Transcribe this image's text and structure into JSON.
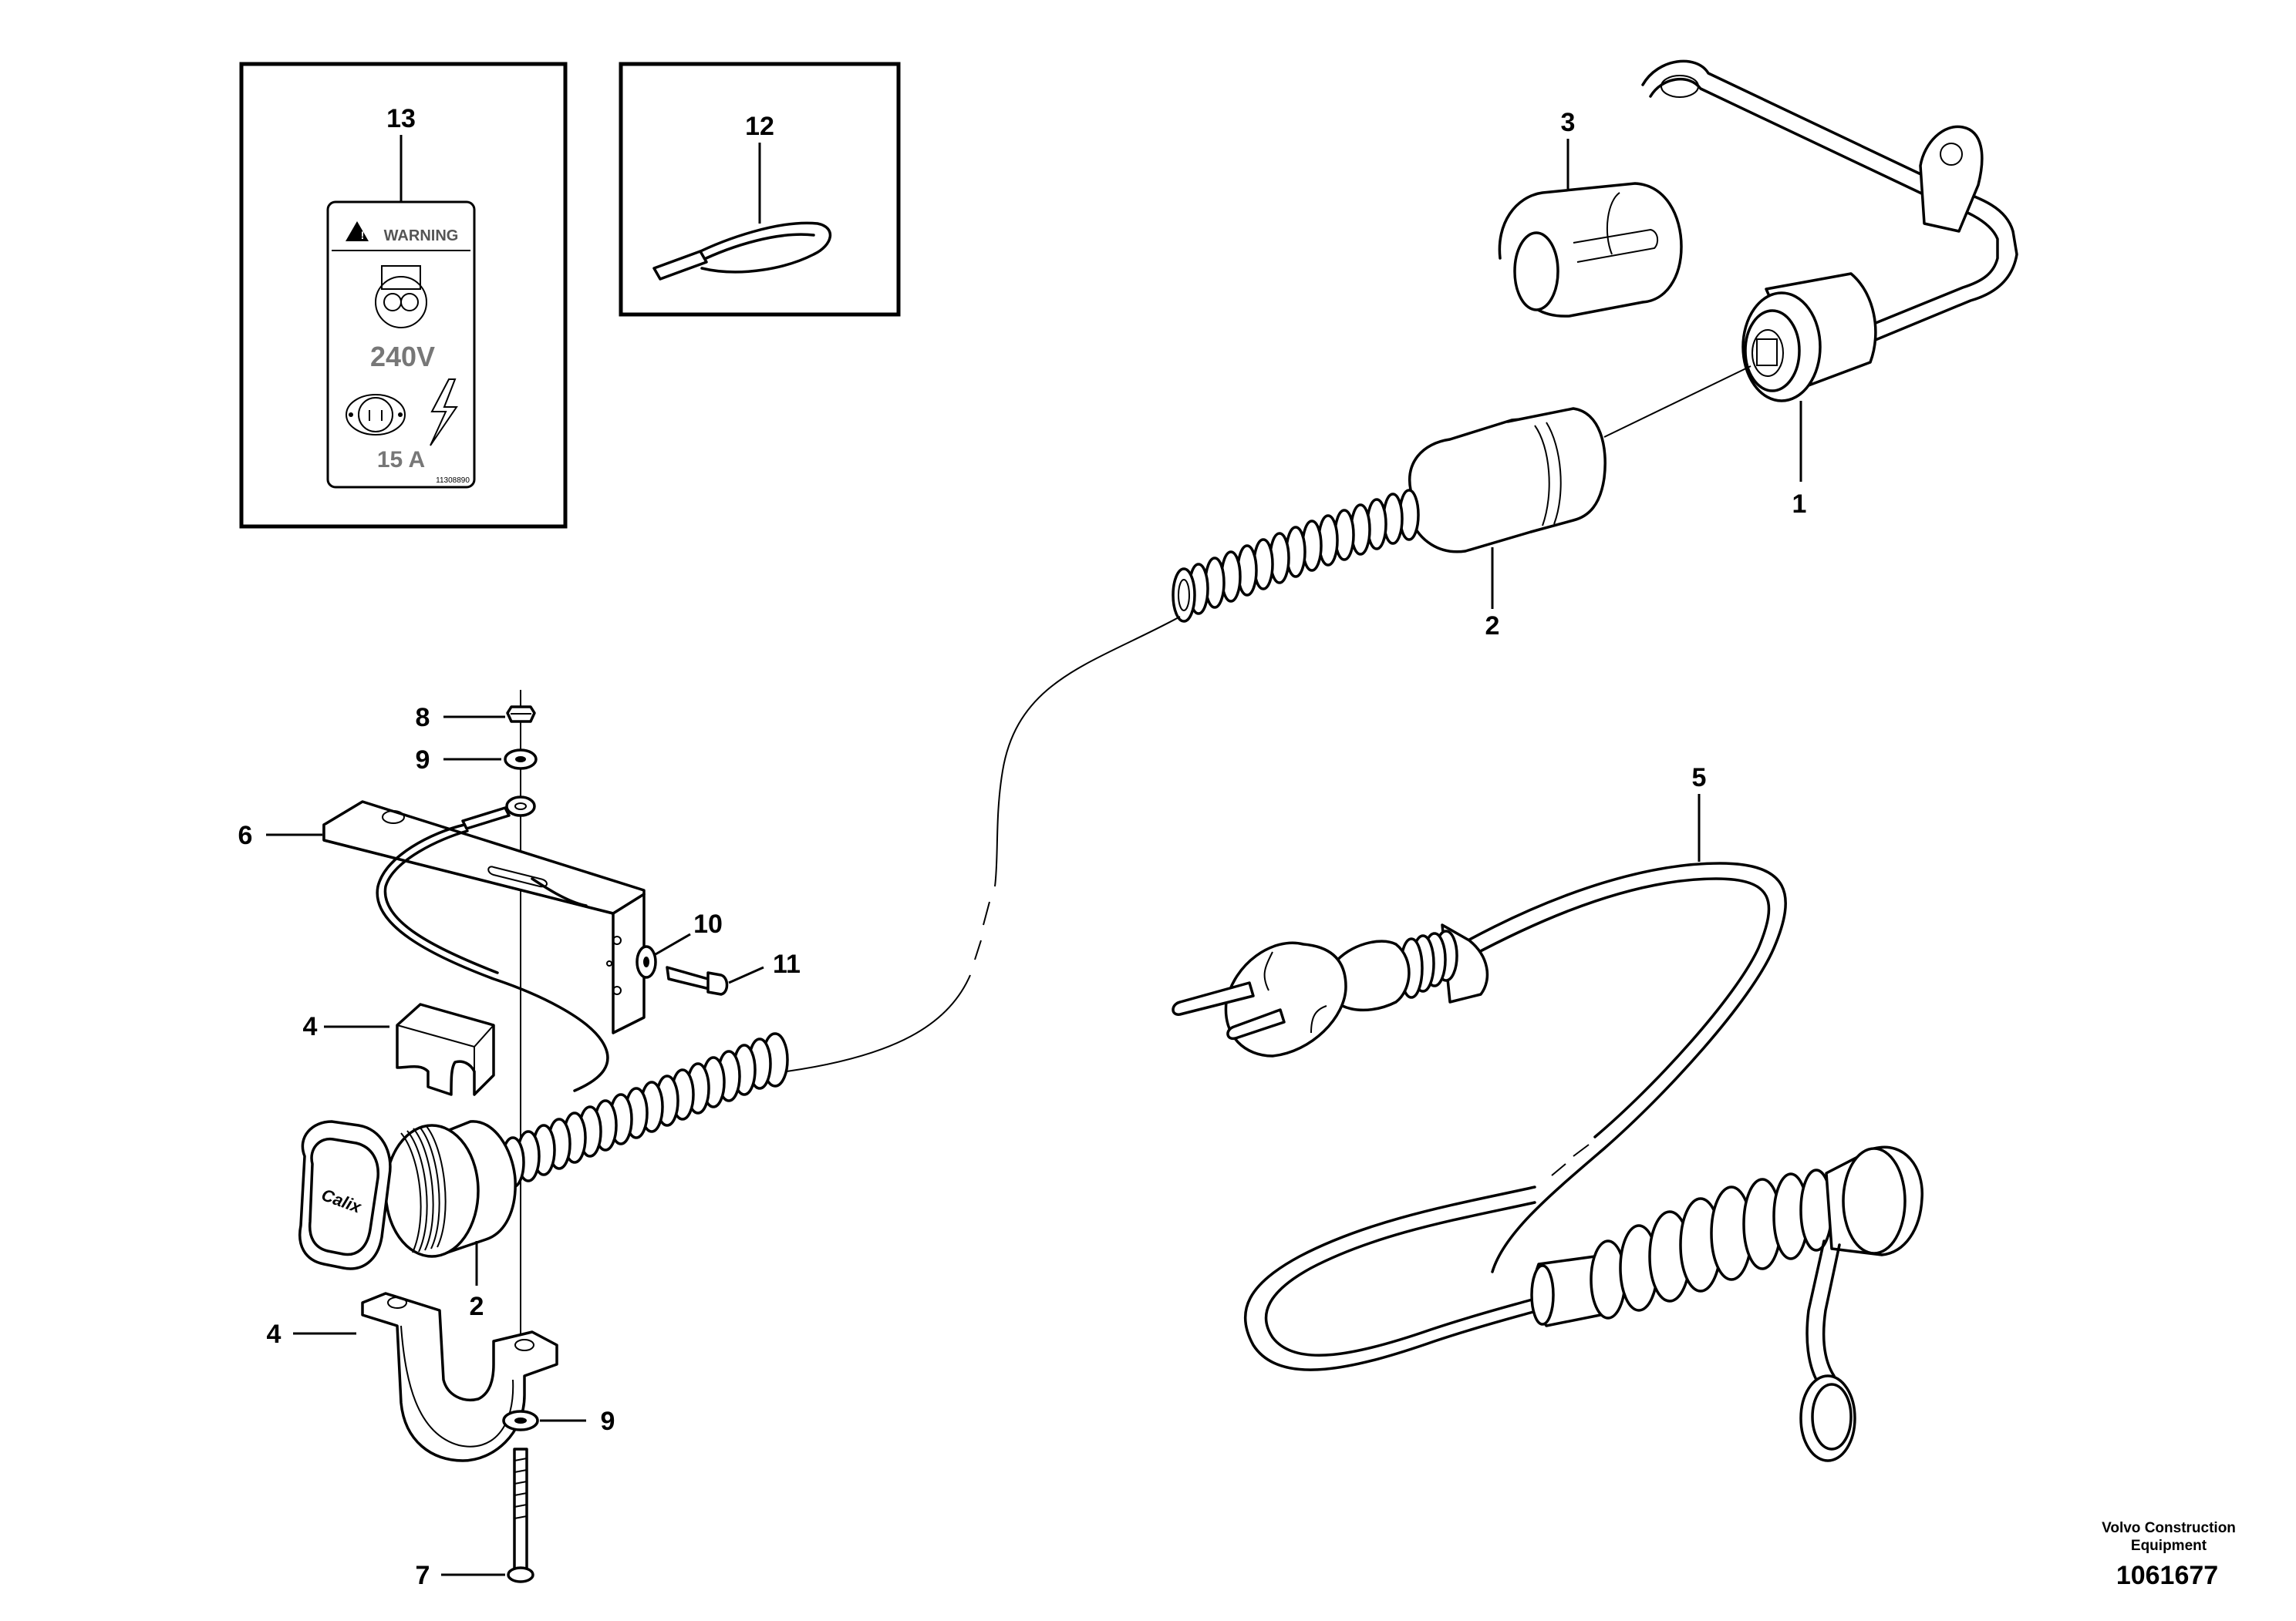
{
  "callouts": {
    "c1": "1",
    "c2a": "2",
    "c2b": "2",
    "c3": "3",
    "c4a": "4",
    "c4b": "4",
    "c5": "5",
    "c6": "6",
    "c7": "7",
    "c8": "8",
    "c9a": "9",
    "c9b": "9",
    "c10": "10",
    "c11": "11",
    "c12": "12",
    "c13": "13"
  },
  "decal": {
    "warning": "WARNING",
    "voltage": "240V",
    "amperage": "15 A",
    "decal_code": "11308890"
  },
  "socket_brand": "Calix",
  "footer": {
    "company_line1": "Volvo Construction",
    "company_line2": "Equipment",
    "drawing_number": "1061677"
  }
}
